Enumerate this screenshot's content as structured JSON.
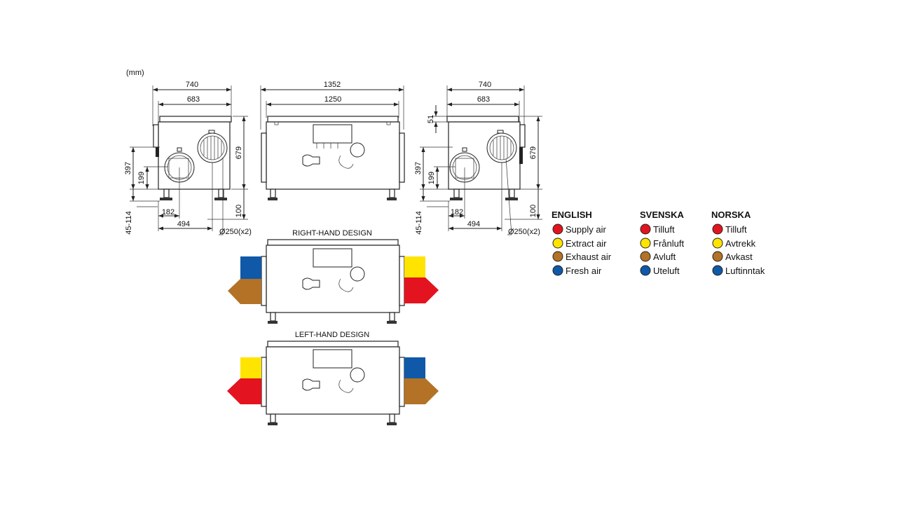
{
  "units": "(mm)",
  "views": {
    "left_side": {
      "width_total": "740",
      "width_inner": "683",
      "h_397": "397",
      "h_199": "199",
      "d_182": "182",
      "d_494": "494",
      "feet": "45-114",
      "h_100": "100",
      "h_679": "679",
      "diameter": "Ø250(x2)"
    },
    "front": {
      "width_total": "1352",
      "width_inner": "1250"
    },
    "right_side": {
      "width_total": "740",
      "width_inner": "683",
      "h_51": "51",
      "h_397": "397",
      "h_199": "199",
      "d_182": "182",
      "d_494": "494",
      "feet": "45-114",
      "h_100": "100",
      "h_679": "679",
      "diameter": "Ø250(x2)"
    }
  },
  "designs": {
    "right_hand": "RIGHT-HAND DESIGN",
    "left_hand": "LEFT-HAND DESIGN"
  },
  "legend": {
    "columns": [
      {
        "heading": "ENGLISH",
        "items": [
          "Supply air",
          "Extract air",
          "Exhaust air",
          "Fresh air"
        ]
      },
      {
        "heading": "SVENSKA",
        "items": [
          "Tilluft",
          "Frånluft",
          "Avluft",
          "Uteluft"
        ]
      },
      {
        "heading": "NORSKA",
        "items": [
          "Tilluft",
          "Avtrekk",
          "Avkast",
          "Luftinntak"
        ]
      }
    ],
    "colors": [
      "#e3141f",
      "#ffe400",
      "#b37225",
      "#0f59a8"
    ]
  }
}
